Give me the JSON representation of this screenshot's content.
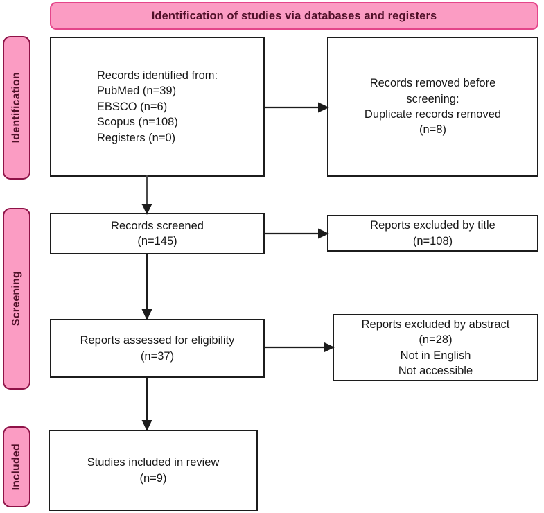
{
  "banner": {
    "title": "Identification of studies via databases and registers"
  },
  "stages": [
    {
      "id": "identification",
      "label": "Identification"
    },
    {
      "id": "screening",
      "label": "Screening"
    },
    {
      "id": "included",
      "label": "Included"
    }
  ],
  "nodes": {
    "identified": {
      "text": "Records identified from:\n    PubMed (n=39)\n    EBSCO (n=6)\n    Scopus (n=108)\n    Registers (n=0)"
    },
    "removed": {
      "text": "Records removed before\nscreening:\nDuplicate records removed\n(n=8)"
    },
    "screened": {
      "text": "Records screened\n(n=145)"
    },
    "excluded_title": {
      "text": "Reports excluded by title\n(n=108)"
    },
    "eligibility": {
      "text": "Reports assessed for eligibility\n(n=37)"
    },
    "excluded_abstract": {
      "text": "Reports excluded by abstract\n(n=28)\nNot in English\nNot accessible"
    },
    "included": {
      "text": "Studies included in review\n(n=9)"
    }
  },
  "counts": {
    "pubmed": 39,
    "ebsco": 6,
    "scopus": 108,
    "registers": 0,
    "duplicates_removed": 8,
    "records_screened": 145,
    "excluded_by_title": 108,
    "assessed_for_eligibility": 37,
    "excluded_by_abstract": 28,
    "studies_included": 9
  },
  "colors": {
    "banner_fill": "#fb9cc3",
    "banner_border": "#e4458a",
    "stage_fill": "#fb9cc3",
    "stage_border": "#8e1247",
    "stage_text": "#4f1028",
    "node_border": "#1c1c1c",
    "node_text": "#161616",
    "connector": "#4a4a4a"
  }
}
